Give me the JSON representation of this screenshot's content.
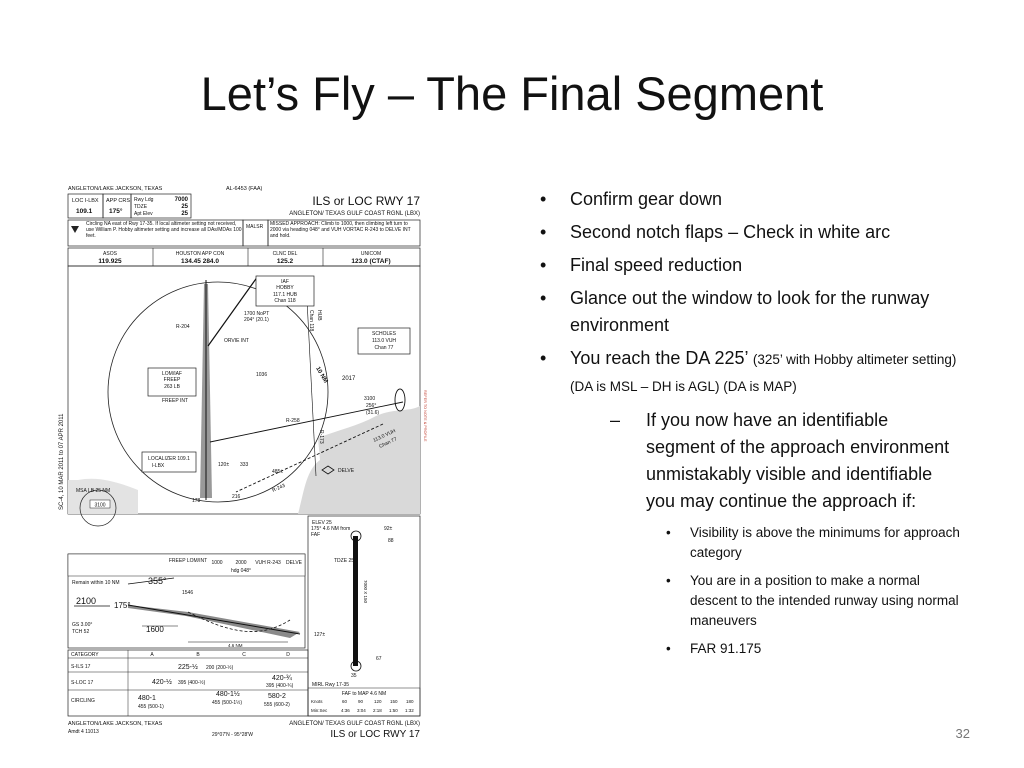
{
  "slide": {
    "title": "Let’s Fly – The Final Segment",
    "page_number": "32"
  },
  "bullets": {
    "b1": "Confirm gear down",
    "b2": "Second notch flaps – Check in white arc",
    "b3": "Final speed reduction",
    "b4": "Glance out the window to look for the runway environment",
    "b5_main": "You reach the DA 225’",
    "b5_note": "(325’ with Hobby altimeter setting) (DA is MSL – DH is AGL) (DA is MAP)",
    "sub1": "If you now have an identifiable segment of the approach environment unmistakably visible and identifiable you may continue the approach if:",
    "sub_a": "Visibility is above the minimums for approach category",
    "sub_b": "You are in a position to make a normal descent to the intended runway using normal maneuvers",
    "sub_c": "FAR 91.175"
  },
  "plate": {
    "city_state": "ANGLETON/LAKE JACKSON, TEXAS",
    "id_code": "AL-6453 (FAA)",
    "approach_title": "ILS or LOC RWY 17",
    "airport_name": "ANGLETON/ TEXAS GULF COAST RGNL (LBX)",
    "loc_ident": "LOC I-LBX",
    "loc_freq": "109.1",
    "app_crs_label": "APP CRS",
    "app_crs": "175°",
    "rwy_ldg_label": "Rwy Ldg",
    "rwy_ldg": "7000",
    "tdze_label": "TDZE",
    "tdze": "25",
    "apt_elev_label": "Apt Elev",
    "apt_elev": "25",
    "notes": "Circling NA east of Rwy 17-35. If local altimeter setting not received, use William P. Hobby altimeter setting and increase all DAs/MDAs 100 feet.",
    "missed_approach": "MISSED APPROACH: Climb to 1000, then climbing left turn to 2000 via heading 048° and VUH VORTAC R-243 to DELVE INT and hold.",
    "malsr": "MALSR",
    "comm": [
      {
        "label": "ASOS",
        "value": "119.925"
      },
      {
        "label": "HOUSTON APP CON",
        "value": "134.45 284.0"
      },
      {
        "label": "CLNC DEL",
        "value": "125.2"
      },
      {
        "label": "UNICOM",
        "value": "123.0 (CTAF)"
      }
    ],
    "fixes": {
      "iaf": "IAF",
      "hobby": "HOBBY",
      "hobby_freq": "117.1 HUB",
      "hobby_chan": "Chan 118",
      "nopt": "1700 NoPT",
      "nopt_crs": "204° (20.1)",
      "r204": "R-204",
      "orvie": "ORVIE INT",
      "lom": "LOM/IAF",
      "freep": "FREEP",
      "lom_freq": "263 LB",
      "freep_int": "FREEP INT",
      "loc_box": "LOCALIZER 109.1",
      "loc_box_id": "I-LBX",
      "scholes": "SCHOLES",
      "scholes_freq": "113.0 VUH",
      "scholes_chan": "Chan 77",
      "vuh_label": "113.0 VUH",
      "vuh_chan": "Chan 77",
      "delve": "DELVE",
      "r258": "R-258",
      "r173": "R-173",
      "r243": "R-243",
      "msa": "MSA LB 25 NM",
      "msa_alt": "3100",
      "hub_radial": "HUB",
      "hub_chan": "Chan 118",
      "hold_alt": "3100",
      "hold_crs": "256°",
      "hold_dist": "(31.6)",
      "obst_1036": "1036",
      "obst_2017": "2017",
      "obst_333": "333",
      "obst_120": "120±",
      "obst_485": "485±",
      "obst_216": "216",
      "obst_178": "178",
      "dme_10": "10 NM",
      "dme_side": "REFER TO NOTE & PROFILE"
    },
    "profile": {
      "remain": "Remain within 10 NM",
      "crs_out": "355°",
      "crs_in": "175°",
      "alt_2100": "2100",
      "alt_1546": "1546",
      "alt_1600": "1600",
      "gs": "GS 3.00°",
      "tch": "TCH 52",
      "freep_hdr": "FREEP LOM/INT",
      "alt_1000": "1000",
      "alt_2000": "2000",
      "hdg": "hdg 048°",
      "vuh": "VUH R-243",
      "delve_hdr": "DELVE",
      "dist": "4.6 NM"
    },
    "minimums": {
      "category_label": "CATEGORY",
      "cats": [
        "A",
        "B",
        "C",
        "D"
      ],
      "rows": [
        {
          "label": "S-ILS 17",
          "value": "225-½",
          "detail": "200 (200-½)"
        },
        {
          "label": "S-LOC 17",
          "value": "420-½",
          "detail": "395 (400-½)",
          "d_value": "420-¾",
          "d_detail": "395 (400-¾)"
        },
        {
          "label": "CIRCLING",
          "value": "480-1",
          "detail": "455 (500-1)",
          "c_value": "480-1½",
          "c_detail": "455 (500-1½)",
          "d_value": "580-2",
          "d_detail": "555 (600-2)"
        }
      ]
    },
    "airport_diagram": {
      "elev": "ELEV 25",
      "crs_note": "175° 4.6 NM from FAF",
      "tdze": "TDZE 25",
      "rwy_len": "7000 X 150",
      "obst_92": "92±",
      "obst_88": "88",
      "obst_127": "127±",
      "obst_67": "67",
      "rwy_end": "35",
      "mirl": "MIRL Rwy 17-35",
      "faf_map": "FAF to MAP 4.6 NM",
      "knots_label": "Knots",
      "knots": [
        "60",
        "90",
        "120",
        "150",
        "180"
      ],
      "min_sec_label": "Min:Sec",
      "min_sec": [
        "4:36",
        "3:04",
        "2:18",
        "1:50",
        "1:32"
      ]
    },
    "footer": {
      "city_state": "ANGLETON/LAKE JACKSON, TEXAS",
      "amdt": "Amdt 4 11013",
      "coords": "29°07'N - 95°28'W",
      "airport_name": "ANGLETON/ TEXAS GULF COAST RGNL (LBX)",
      "approach_title": "ILS or LOC RWY 17",
      "side_text": "SC-4, 10 MAR 2011 to 07 APR 2011"
    }
  }
}
